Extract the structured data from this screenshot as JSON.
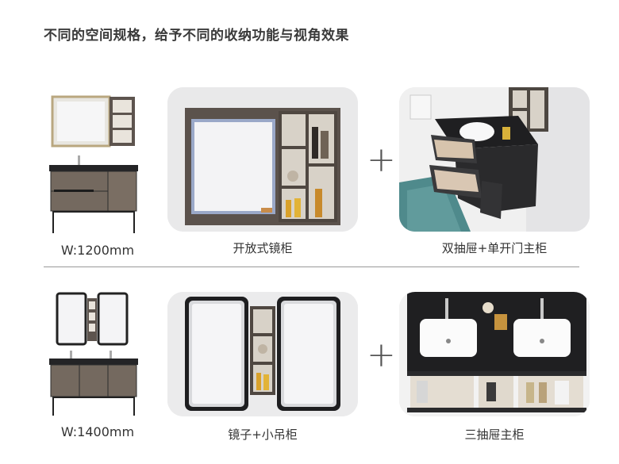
{
  "page": {
    "title": "不同的空间规格，给予不同的收纳功能与视角效果"
  },
  "row1": {
    "size_label": "W:1200mm",
    "mirror_caption": "开放式镜柜",
    "cabinet_caption": "双抽屉+单开门主柜",
    "plus_symbol": "+"
  },
  "row2": {
    "size_label": "W:1400mm",
    "mirror_caption": "镜子+小吊柜",
    "cabinet_caption": "三抽屉主柜",
    "plus_symbol": "+"
  },
  "colors": {
    "wood": "#6b615a",
    "stone_black": "#2a2a2c",
    "frame_dark": "#1c1c1e",
    "mirror_light": "#f2f2f4",
    "card_bg": "#ececec"
  }
}
